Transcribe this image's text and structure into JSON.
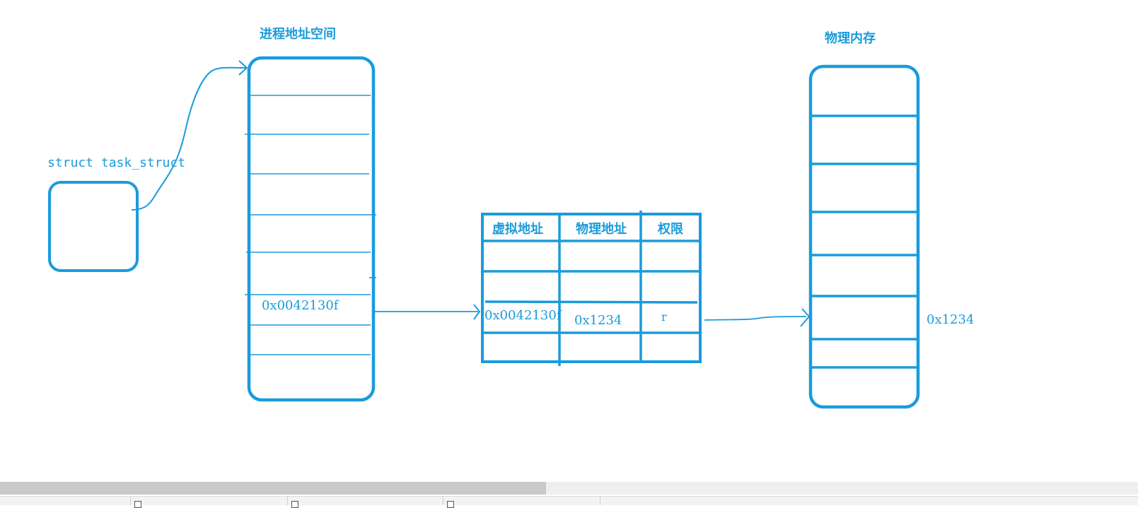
{
  "diagram": {
    "task_struct": {
      "label": "struct task_struct"
    },
    "address_space": {
      "title": "进程地址空间",
      "highlight_address": "0x0042130f"
    },
    "page_table": {
      "headers": [
        "虚拟地址",
        "物理地址",
        "权限"
      ],
      "mapped_row": {
        "virtual": "0x0042130f",
        "physical": "0x1234",
        "permission": "r"
      }
    },
    "physical_memory": {
      "title": "物理内存",
      "highlight_address": "0x1234"
    }
  },
  "colors": {
    "ink": "#1a9bdc"
  },
  "ui": {
    "scrollbar_thumb_fraction": 0.48
  }
}
